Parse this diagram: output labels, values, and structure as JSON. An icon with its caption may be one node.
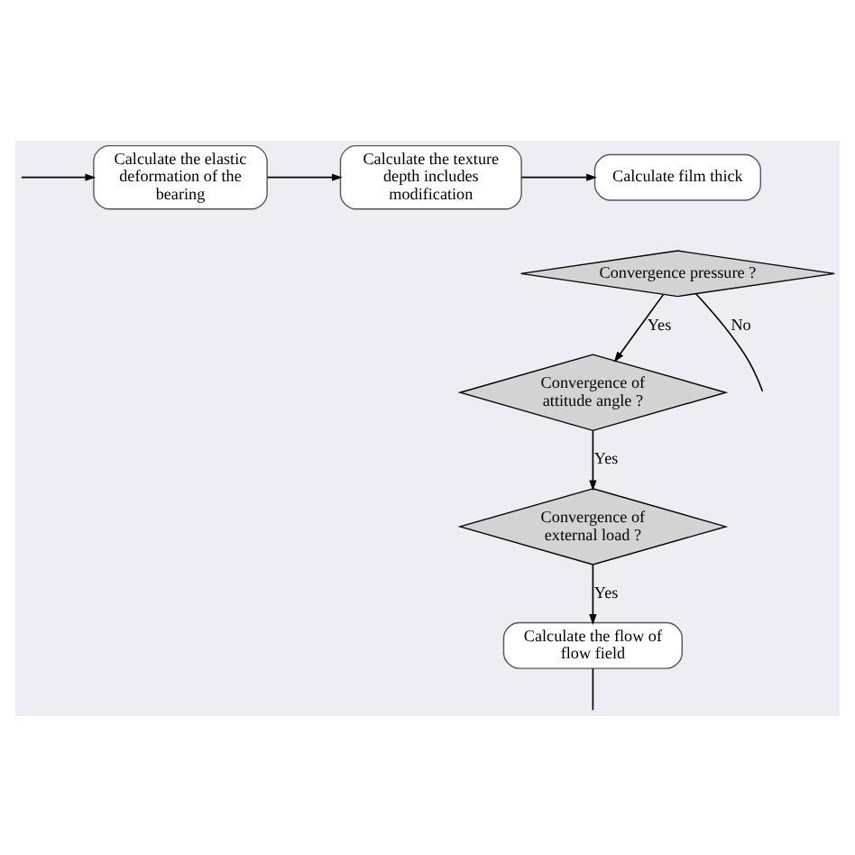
{
  "diagram": {
    "nodes": [
      {
        "text": [
          "Calculate the elastic deformation of the bearing"
        ]
      },
      {
        "text": [
          "Calculate the texture depth includes modification"
        ]
      },
      {
        "text": [
          "Calculate film thick"
        ]
      },
      {
        "text": [
          "Convergence of attitude angle ?"
        ]
      },
      {
        "text": [
          "Convergence pressure ?"
        ]
      },
      {
        "text": [
          "Convergence of external load ?"
        ]
      },
      {
        "text": [
          "Calculate the flow of flow field"
        ]
      }
    ],
    "edges": [
      {
        "from": null,
        "to": 0,
        "arrow": "to"
      },
      {
        "from": 0,
        "to": 1,
        "arrow": "to"
      },
      {
        "from": 1,
        "to": 2,
        "arrow": "to"
      },
      {
        "from": 4,
        "to": null,
        "arrow": "none",
        "label": "No"
      },
      {
        "from": 4,
        "to": 3,
        "arrow": "to",
        "label": "Yes"
      },
      {
        "from": 3,
        "to": 5,
        "arrow": "to",
        "label": "Yes"
      },
      {
        "from": 5,
        "to": 6,
        "arrow": "to",
        "label": "Yes"
      },
      {
        "from": 6,
        "to": null,
        "arrow": "none"
      }
    ]
  }
}
